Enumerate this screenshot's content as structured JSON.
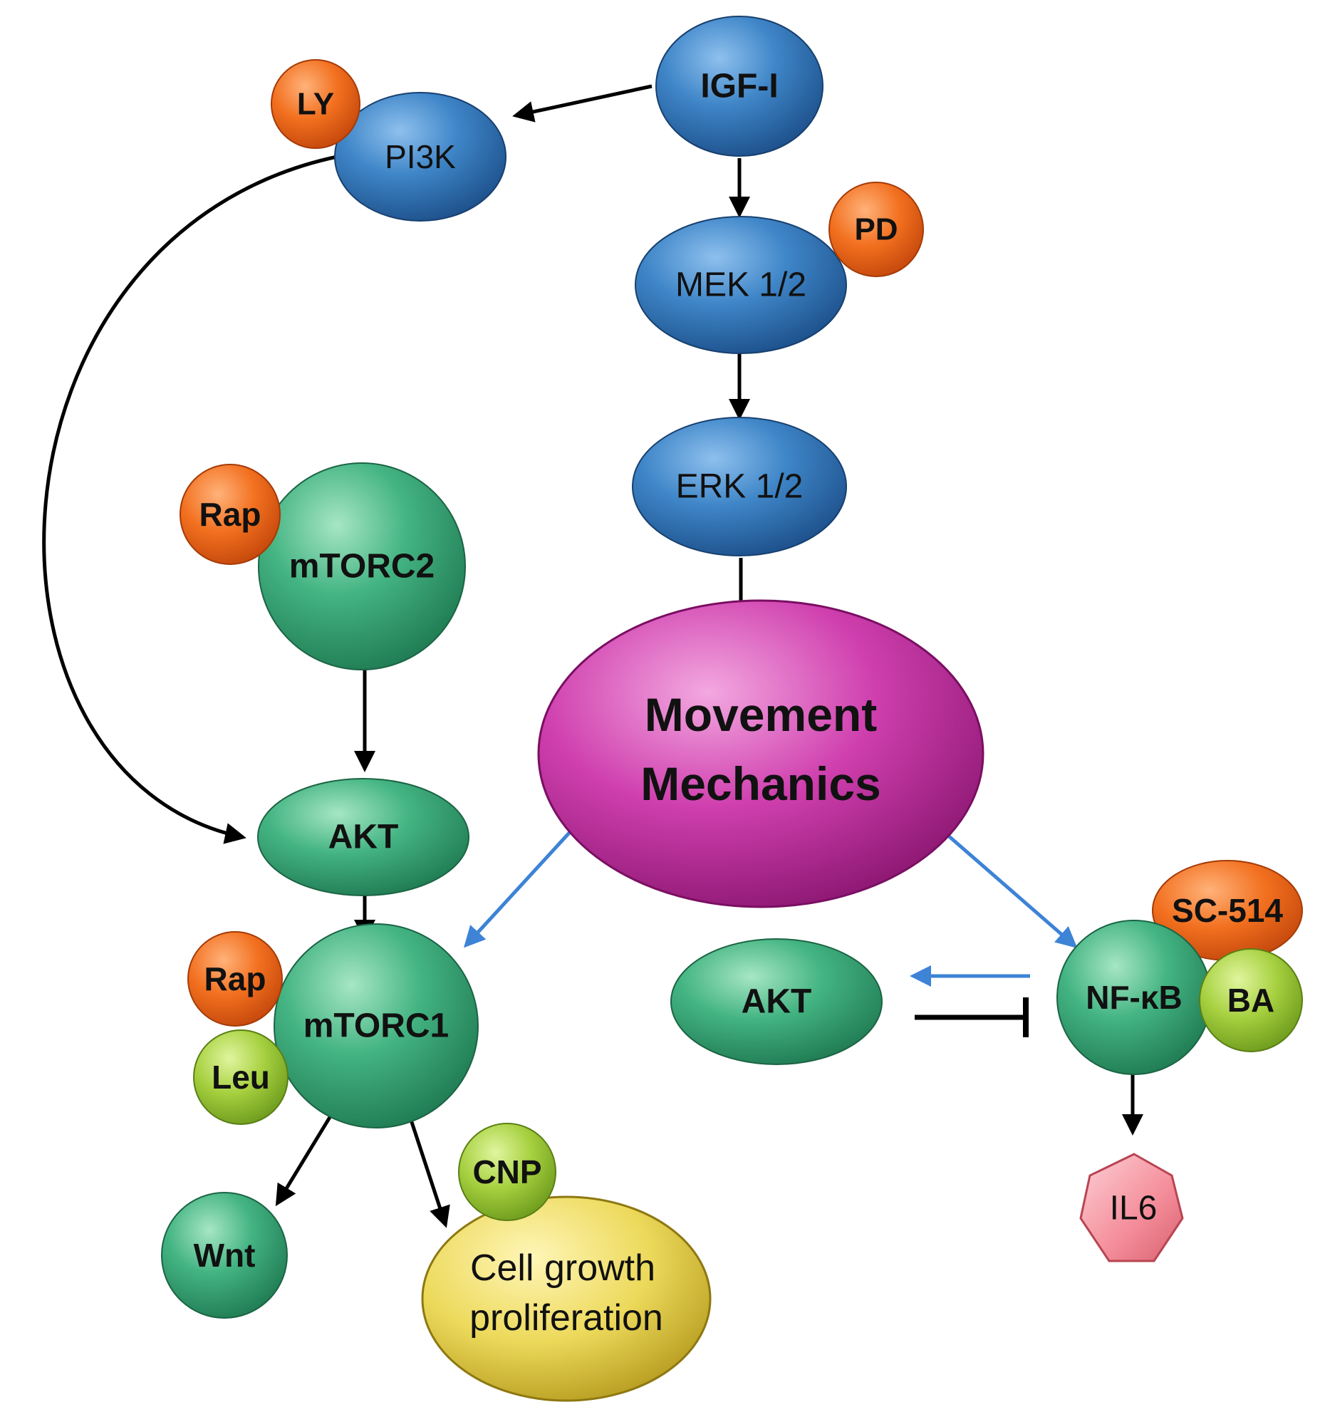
{
  "nodes": {
    "igf1": "IGF-I",
    "pi3k": "PI3K",
    "ly": "LY",
    "mek": "MEK 1/2",
    "pd": "PD",
    "erk": "ERK 1/2",
    "mtorc2": "mTORC2",
    "rap_top": "Rap",
    "movement_line1": "Movement",
    "movement_line2": "Mechanics",
    "akt_left": "AKT",
    "mtorc1": "mTORC1",
    "rap_bottom": "Rap",
    "leu": "Leu",
    "wnt": "Wnt",
    "cnp": "CNP",
    "cell_line1": "Cell growth",
    "cell_line2": "proliferation",
    "akt_right": "AKT",
    "nfkb": "NF-κB",
    "sc514": "SC-514",
    "ba": "BA",
    "il6": "IL6"
  },
  "colors": {
    "blue": "#2f74b5",
    "green": "#3aa977",
    "orange": "#ee6a1c",
    "lime": "#9cc93a",
    "magenta": "#c0309a",
    "yellow": "#e6d24e",
    "pink": "#f08a96",
    "black_arrow": "#000000",
    "blue_arrow": "#3d83d6"
  }
}
